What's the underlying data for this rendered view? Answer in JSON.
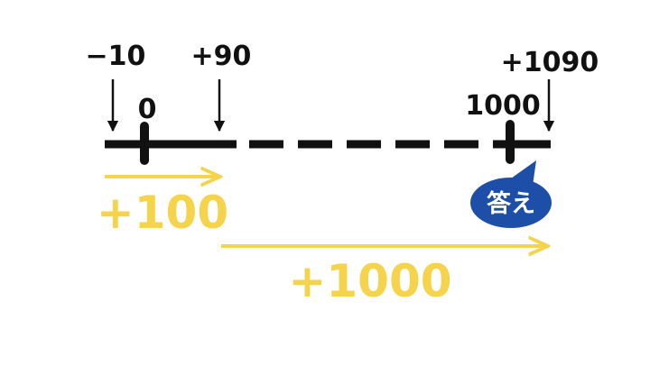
{
  "number_line": {
    "labels": {
      "minus_ten": "−10",
      "zero": "0",
      "plus_ninety": "+90",
      "thousand": "1000",
      "plus_ten_ninety": "+1090"
    }
  },
  "arrows": {
    "first_jump_label": "+100",
    "second_jump_label": "+1000"
  },
  "answer_bubble": {
    "text": "答え"
  },
  "colors": {
    "line": "#111111",
    "jump": "#f5d34a",
    "bubble": "#1e4fa8",
    "bubble_text": "#ffffff"
  }
}
